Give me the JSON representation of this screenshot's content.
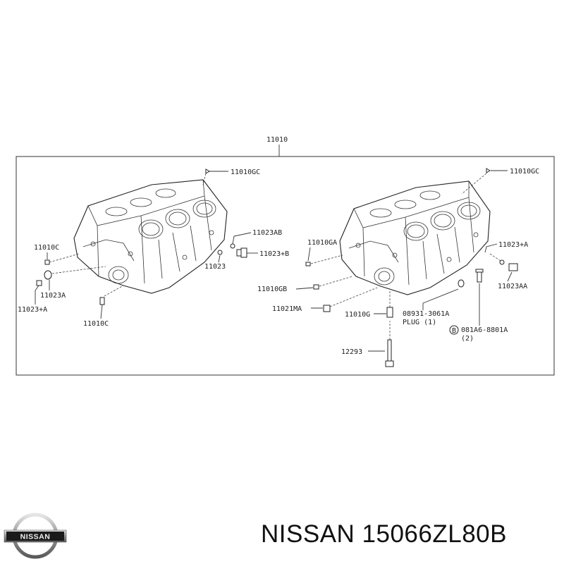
{
  "diagram": {
    "labels": {
      "top": "11010",
      "l_gc": "11010GC",
      "l_ab": "11023AB",
      "l_b": "11023+B",
      "l_11023": "11023",
      "l_c1": "11010C",
      "l_a": "11023A",
      "l_plusa": "11023+A",
      "l_c2": "11010C",
      "r_gc": "11010GC",
      "r_ga": "11010GA",
      "r_plusa": "11023+A",
      "r_aa": "11023AA",
      "r_gb": "11010GB",
      "r_ma": "11021MA",
      "r_g": "11010G",
      "r_plug1": "08931-3061A",
      "r_plug2": "PLUG (1)",
      "r_bolt_b": "B",
      "r_bolt1": "081A6-8801A",
      "r_bolt2": "(2)",
      "r_12293": "12293"
    }
  },
  "logo": {
    "text": "NISSAN"
  },
  "caption": "NISSAN 15066ZL80B"
}
